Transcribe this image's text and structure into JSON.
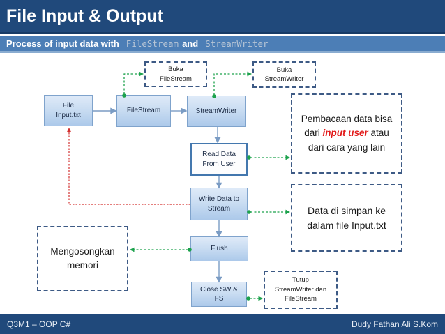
{
  "slide": {
    "title": "File Input & Output",
    "subtitle": {
      "prefix": "Process of input data with",
      "code1": "FileStream",
      "conj": "and",
      "code2": "StreamWriter"
    },
    "footer": {
      "left": "Q3M1 – OOP C#",
      "right": "Dudy Fathan Ali S.Kom"
    }
  },
  "flow": {
    "file_input": "File\nInput.txt",
    "filestream": "FileStream",
    "streamwriter": "StreamWriter",
    "read_data": "Read Data\nFrom User",
    "write_data": "Write Data to\nStream",
    "flush": "Flush",
    "close": "Close SW &\nFS"
  },
  "annotations": {
    "buka_filestream": "Buka\nFileStream",
    "buka_streamwriter": "Buka\nStreamWriter",
    "pembacaan": {
      "part1": "Pembacaan data bisa dari ",
      "highlight": "input user",
      "part2": " atau dari cara yang lain"
    },
    "data_disimpan": "Data di simpan ke\ndalam file Input.txt",
    "mengosongkan": "Mengosongkan\nmemori",
    "tutup": "Tutup\nStreamWriter dan\nFileStream"
  },
  "colors": {
    "header_bg": "#20497B",
    "subtitle_bg": "#4C7EB6",
    "accent_green": "#1CA24C",
    "accent_red": "#D3302F",
    "connector_blue": "#7B9CC4",
    "highlight_red": "#E21B1B"
  }
}
